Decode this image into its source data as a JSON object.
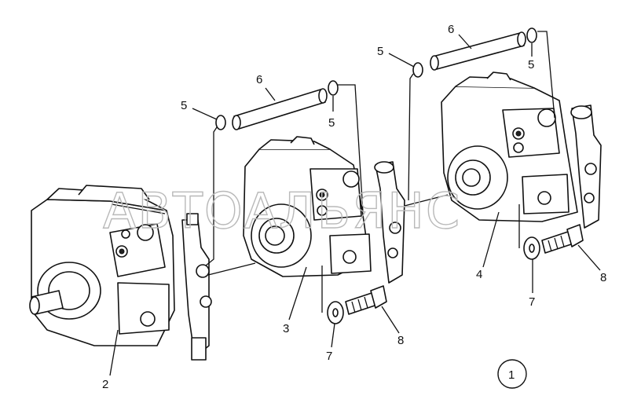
{
  "watermark": "АВТОАЛЬЯНС",
  "callouts": {
    "c2": "2",
    "c3": "3",
    "c4": "4",
    "c5a": "5",
    "c5b": "5",
    "c5c": "5",
    "c5d": "5",
    "c6a": "6",
    "c6b": "6",
    "c7a": "7",
    "c7b": "7",
    "c8a": "8",
    "c8b": "8"
  },
  "figure_number": "1",
  "colors": {
    "line": "#111111",
    "watermark": "#b9b9b9",
    "background": "#ffffff"
  }
}
